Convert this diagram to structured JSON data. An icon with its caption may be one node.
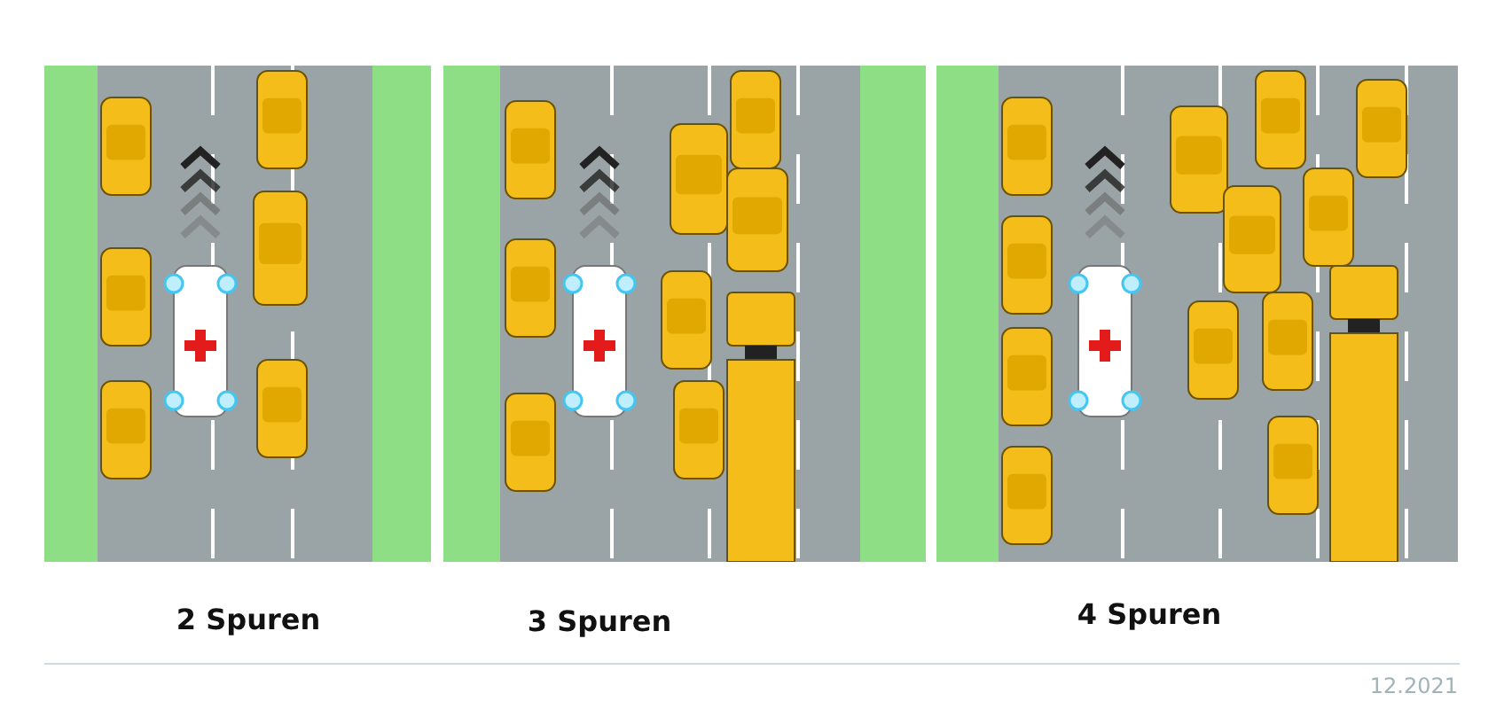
{
  "diagram": {
    "labels": [
      "2 Spuren",
      "3 Spuren",
      "4 Spuren",
      "12.2021"
    ]
  }
}
